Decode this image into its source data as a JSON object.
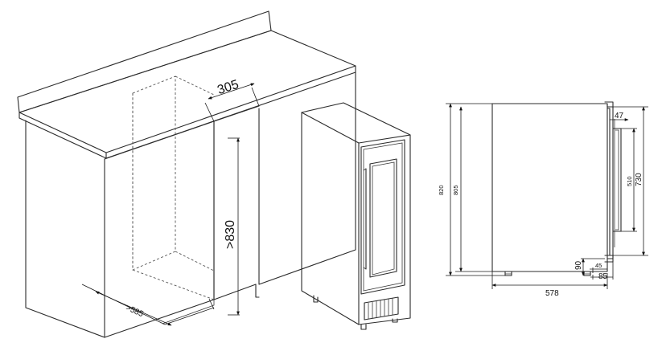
{
  "labels": {
    "cutout_depth": ">585",
    "cutout_width": "305",
    "cutout_height": ">830",
    "height_total": "820",
    "height_body": "805",
    "depth_total": "578",
    "door_offset": "47",
    "door_height": "730",
    "glass_height": "510",
    "foot_height": "90",
    "foot_offset": "45",
    "door_gap": "85"
  }
}
